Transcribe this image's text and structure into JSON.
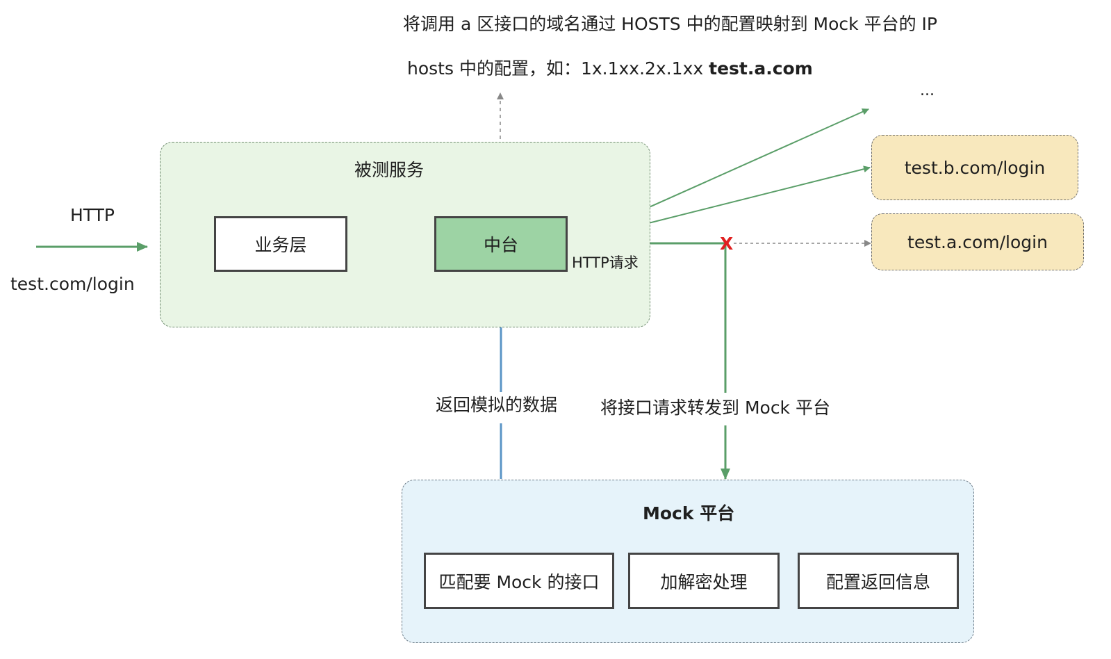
{
  "top_note": {
    "line1": "将调用 a 区接口的域名通过 HOSTS 中的配置映射到 Mock 平台的 IP",
    "line2_prefix": "hosts 中的配置，如：1x.1xx.2x.1xx ",
    "line2_domain": "test.a.com"
  },
  "ellipsis": "...",
  "entry": {
    "protocol": "HTTP",
    "url": "test.com/login"
  },
  "service": {
    "title": "被测服务",
    "business_layer": "业务层",
    "middle_platform": "中台",
    "request_label": "HTTP请求"
  },
  "targets": {
    "b": "test.b.com/login",
    "a": "test.a.com/login"
  },
  "block_mark": "X",
  "flow_labels": {
    "return": "返回模拟的数据",
    "forward": "将接口请求转发到 Mock 平台"
  },
  "mock": {
    "title": "Mock 平台",
    "match": "匹配要 Mock 的接口",
    "crypto": "加解密处理",
    "config": "配置返回信息"
  },
  "colors": {
    "green": "#5a9e68",
    "blue": "#5a94c6",
    "gray": "#888888",
    "dark": "#444444",
    "red": "#e02020",
    "service_bg": "#e9f5e5",
    "mock_bg": "#e6f3fa",
    "target_bg": "#f8e8bd",
    "middle_bg": "#9dd3a4"
  }
}
